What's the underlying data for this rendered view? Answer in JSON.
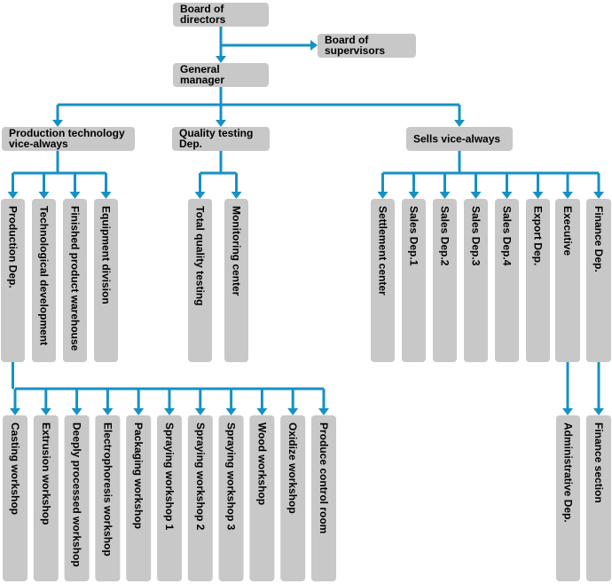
{
  "chart": {
    "colors": {
      "box": "#c8c8c8",
      "connector": "#1591c4",
      "text": "#000000"
    },
    "nodes": {
      "board": {
        "lines": [
          "Board of",
          "directors"
        ]
      },
      "supervisors": {
        "lines": [
          "Board of",
          "supervisors"
        ]
      },
      "gm": {
        "lines": [
          "General",
          "manager"
        ]
      },
      "prod_vice": {
        "lines": [
          "Production technology",
          "vice-always"
        ]
      },
      "quality": {
        "lines": [
          "Quality testing",
          "Dep."
        ]
      },
      "sells": {
        "lines": [
          "Sells vice-always"
        ]
      },
      "production_dep": {
        "label": "Production Dep."
      },
      "tech_dev": {
        "label": "Technological development"
      },
      "finished_warehouse": {
        "label": "Finished product warehouse"
      },
      "equipment": {
        "label": "Equipment division"
      },
      "total_quality": {
        "label": "Total quality testing"
      },
      "monitoring": {
        "label": "Monitoring center"
      },
      "settlement": {
        "label": "Settlement center"
      },
      "sales1": {
        "label": "Sales Dep.1"
      },
      "sales2": {
        "label": "Sales Dep.2"
      },
      "sales3": {
        "label": "Sales Dep.3"
      },
      "sales4": {
        "label": "Sales Dep.4"
      },
      "export": {
        "label": "Export Dep."
      },
      "executive": {
        "label": "Executive"
      },
      "finance_dep": {
        "label": "Finance Dep."
      },
      "admin_dep": {
        "label": "Administrative Dep."
      },
      "finance_section": {
        "label": "Finance section"
      },
      "casting": {
        "label": "Casting workshop"
      },
      "extrusion": {
        "label": "Extrusion workshop"
      },
      "deeply": {
        "label": "Deeply processed workshop"
      },
      "electrophoresis": {
        "label": "Electrophoresis workshop"
      },
      "packaging": {
        "label": "Packaging workshop"
      },
      "spraying1": {
        "label": "Spraying workshop 1"
      },
      "spraying2": {
        "label": "Spraying workshop 2"
      },
      "spraying3": {
        "label": "Spraying workshop 3"
      },
      "wood": {
        "label": "Wood workshop"
      },
      "oxidize": {
        "label": "Oxidize workshop"
      },
      "control_room": {
        "label": "Produce control room"
      }
    }
  }
}
